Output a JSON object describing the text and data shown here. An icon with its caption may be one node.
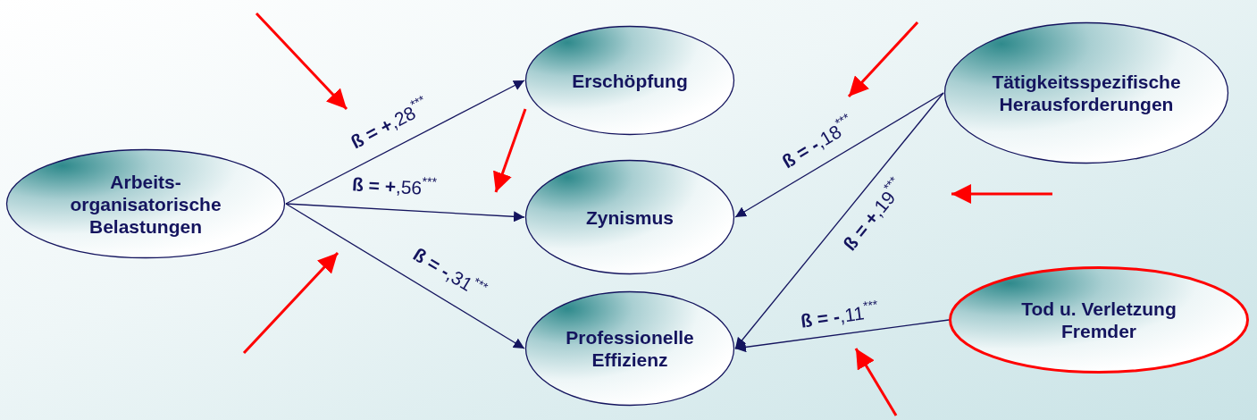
{
  "diagram": {
    "nodes": [
      {
        "text": [
          "Arbeits- organisatorische Belastungen"
        ]
      },
      {
        "text": [
          "Erschöpfung"
        ]
      },
      {
        "text": [
          "Zynismus"
        ]
      },
      {
        "text": [
          "Professionelle Effizienz"
        ]
      },
      {
        "text": [
          "Tätigkeitsspezifische Herausforderungen"
        ]
      },
      {
        "text": [
          "Tod u. Verletzung Fremder"
        ]
      }
    ],
    "edges": [
      {
        "from": 0,
        "to": 1,
        "arrow": "to",
        "label": "**ß = +**,28$^{***}$"
      },
      {
        "from": 0,
        "to": 2,
        "arrow": "to",
        "label": "**ß = +**,56$^{***}$"
      },
      {
        "from": 0,
        "to": 3,
        "arrow": "to",
        "label": "**ß = -**,31$^{***}$"
      },
      {
        "from": 4,
        "to": 2,
        "arrow": "to",
        "label": "**ß = -**,18$^{***}$"
      },
      {
        "from": 4,
        "to": 3,
        "arrow": "to",
        "label": "**ß = +**,19$^{***}$"
      },
      {
        "from": 5,
        "to": 3,
        "arrow": "to",
        "label": "**ß = -**,11$^{***}$"
      }
    ]
  }
}
